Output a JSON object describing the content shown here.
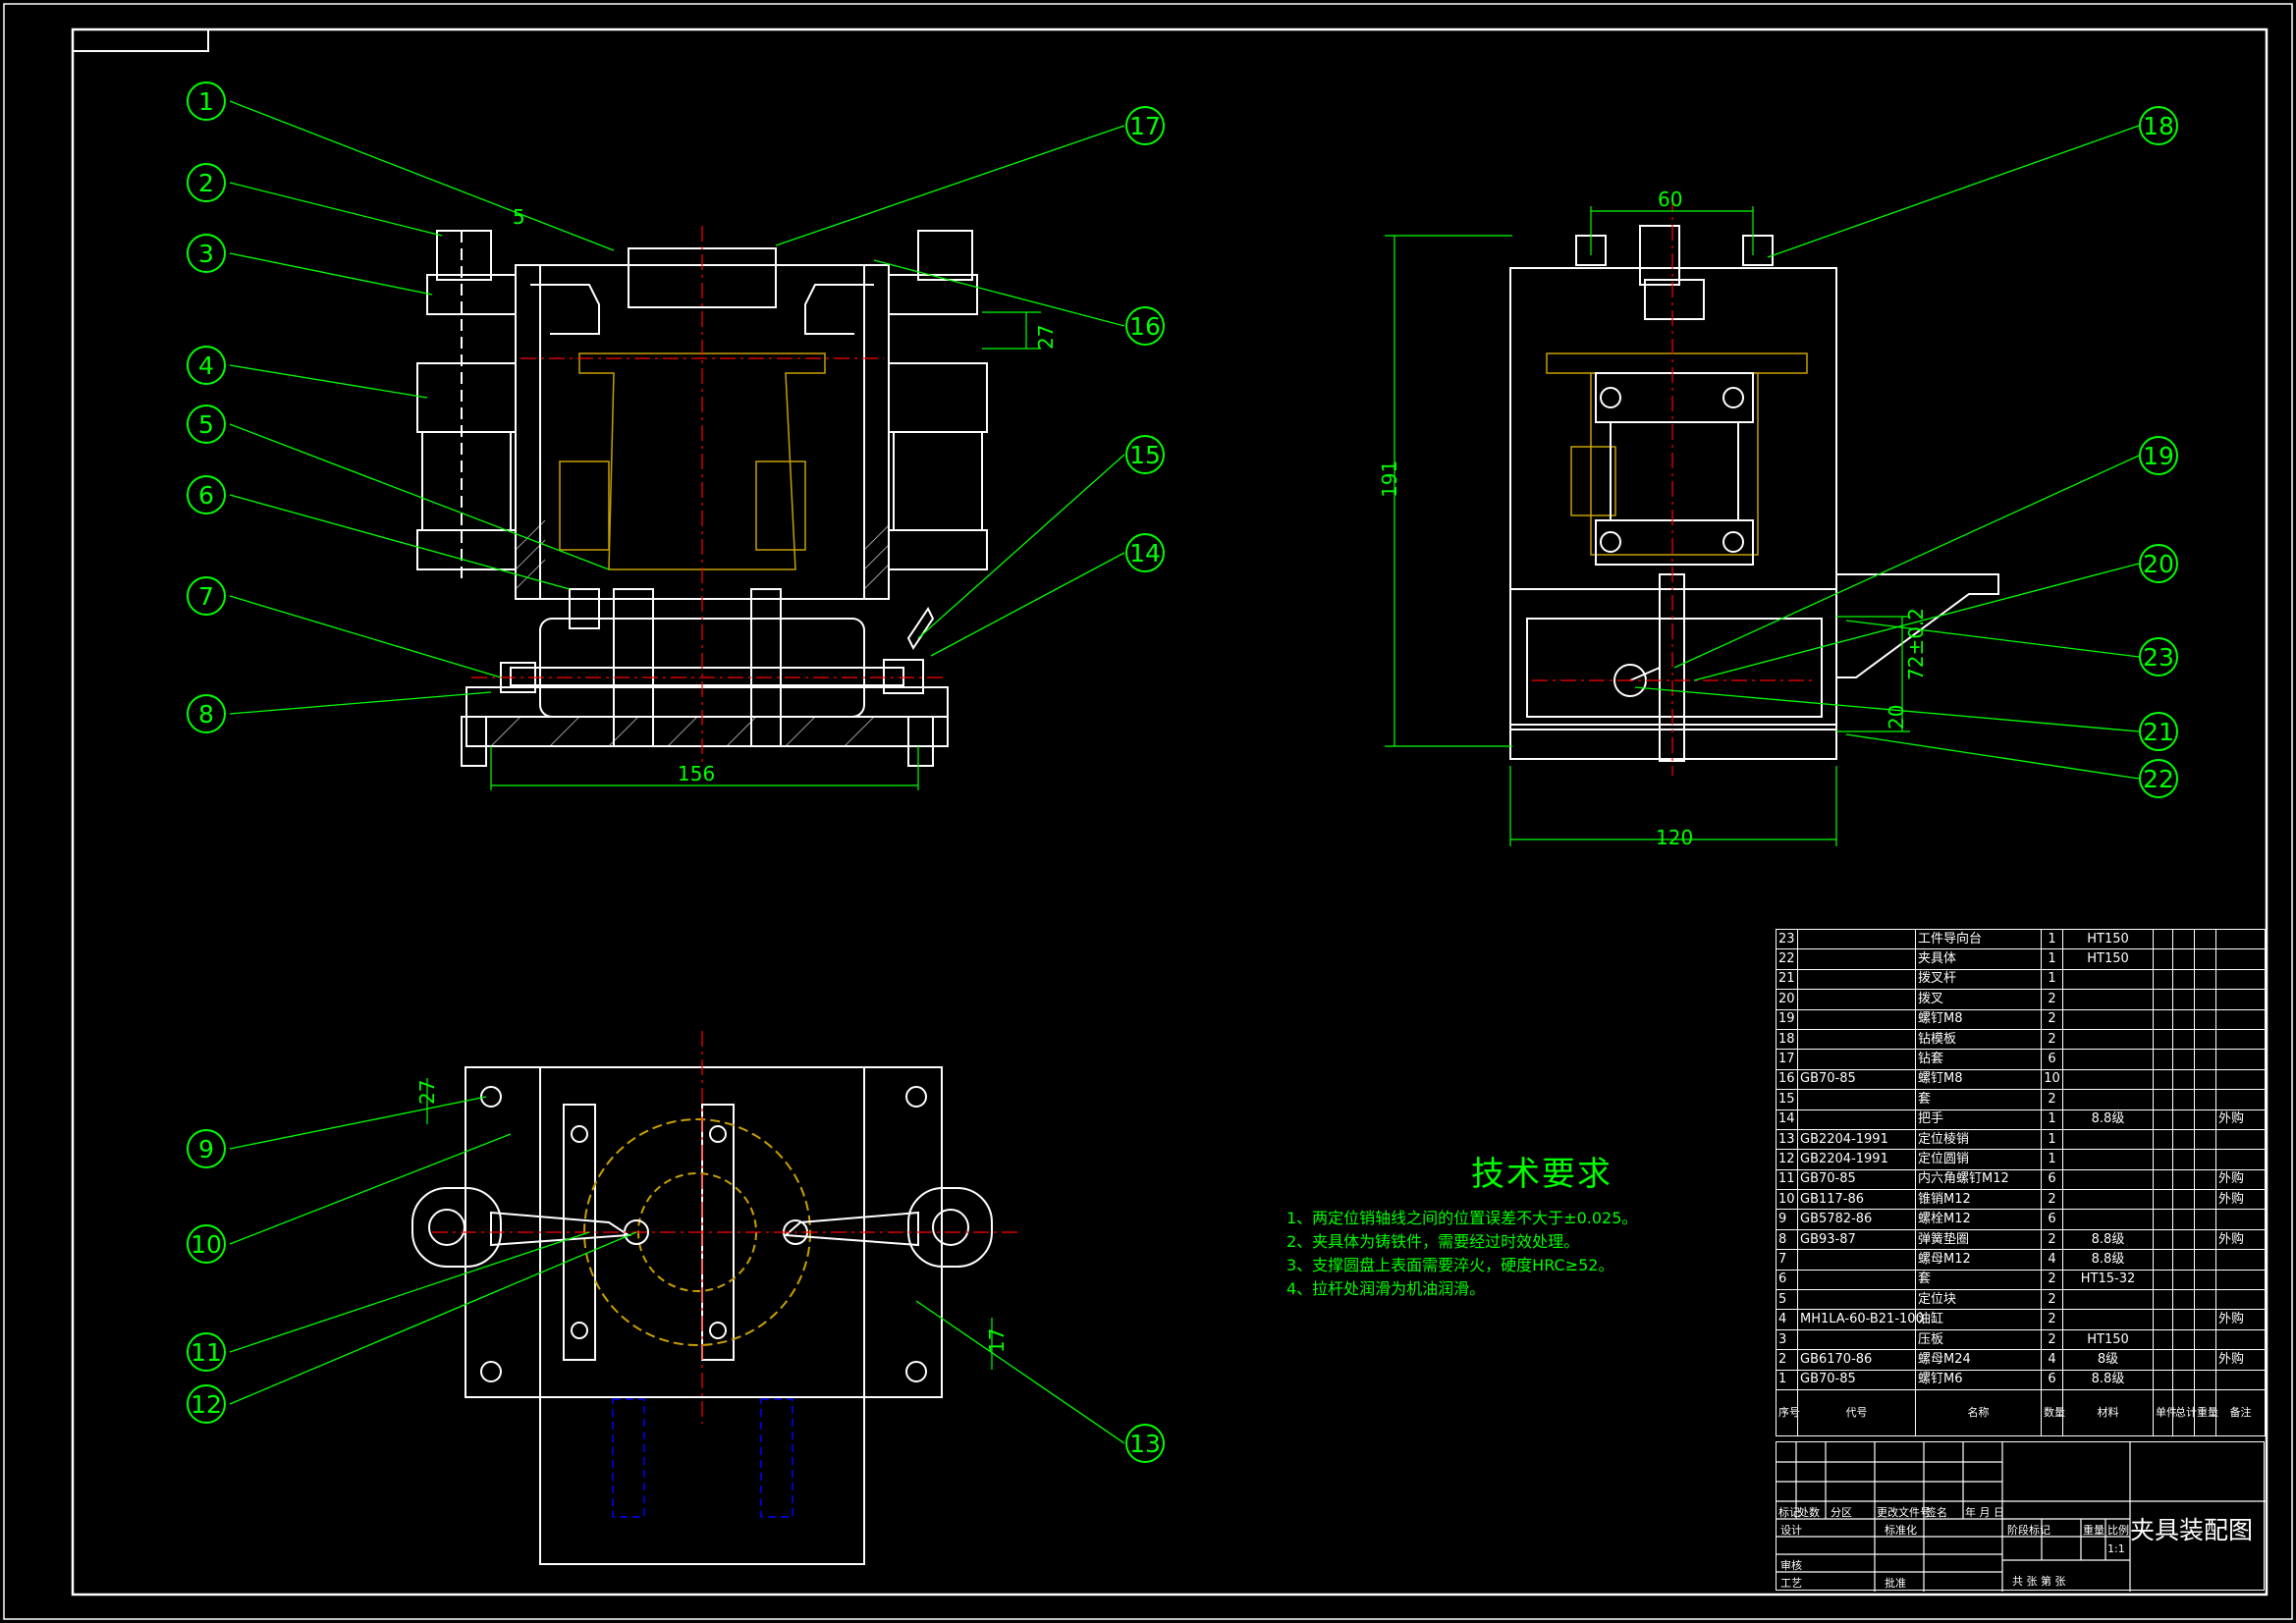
{
  "balloons": {
    "b1": "1",
    "b2": "2",
    "b3": "3",
    "b4": "4",
    "b5": "5",
    "b6": "6",
    "b7": "7",
    "b8": "8",
    "b9": "9",
    "b10": "10",
    "b11": "11",
    "b12": "12",
    "b13": "13",
    "b14": "14",
    "b15": "15",
    "b16": "16",
    "b17": "17",
    "b18": "18",
    "b19": "19",
    "b20": "20",
    "b21": "21",
    "b22": "22",
    "b23": "23"
  },
  "dimensions": {
    "d156": "156",
    "d27a": "27",
    "d5": "5",
    "d60": "60",
    "d191": "191",
    "d120": "120",
    "d72": "72±0.2",
    "d20": "20",
    "d27b": "27",
    "d17": "17"
  },
  "tech": {
    "title": "技术要求",
    "lines": [
      "1、两定位销轴线之间的位置误差不大于±0.025。",
      "2、夹具体为铸铁件，需要经过时效处理。",
      "3、支撑圆盘上表面需要淬火，硬度HRC≥52。",
      "4、拉杆处润滑为机油润滑。"
    ]
  },
  "bom": [
    {
      "no": "23",
      "code": "",
      "name": "工件导向台",
      "qty": "1",
      "mat": "HT150",
      "note": ""
    },
    {
      "no": "22",
      "code": "",
      "name": "夹具体",
      "qty": "1",
      "mat": "HT150",
      "note": ""
    },
    {
      "no": "21",
      "code": "",
      "name": "拨叉杆",
      "qty": "1",
      "mat": "",
      "note": ""
    },
    {
      "no": "20",
      "code": "",
      "name": "拨叉",
      "qty": "2",
      "mat": "",
      "note": ""
    },
    {
      "no": "19",
      "code": "",
      "name": "螺钉M8",
      "qty": "2",
      "mat": "",
      "note": ""
    },
    {
      "no": "18",
      "code": "",
      "name": "钻模板",
      "qty": "2",
      "mat": "",
      "note": ""
    },
    {
      "no": "17",
      "code": "",
      "name": "钻套",
      "qty": "6",
      "mat": "",
      "note": ""
    },
    {
      "no": "16",
      "code": "GB70-85",
      "name": "螺钉M8",
      "qty": "10",
      "mat": "",
      "note": ""
    },
    {
      "no": "15",
      "code": "",
      "name": "套",
      "qty": "2",
      "mat": "",
      "note": ""
    },
    {
      "no": "14",
      "code": "",
      "name": "把手",
      "qty": "1",
      "mat": "8.8级",
      "note": "外购"
    },
    {
      "no": "13",
      "code": "GB2204-1991",
      "name": "定位棱销",
      "qty": "1",
      "mat": "",
      "note": ""
    },
    {
      "no": "12",
      "code": "GB2204-1991",
      "name": "定位圆销",
      "qty": "1",
      "mat": "",
      "note": ""
    },
    {
      "no": "11",
      "code": "GB70-85",
      "name": "内六角螺钉M12",
      "qty": "6",
      "mat": "",
      "note": "外购"
    },
    {
      "no": "10",
      "code": "GB117-86",
      "name": "锥销M12",
      "qty": "2",
      "mat": "",
      "note": "外购"
    },
    {
      "no": "9",
      "code": "GB5782-86",
      "name": "螺栓M12",
      "qty": "6",
      "mat": "",
      "note": ""
    },
    {
      "no": "8",
      "code": "GB93-87",
      "name": "弹簧垫圈",
      "qty": "2",
      "mat": "8.8级",
      "note": "外购"
    },
    {
      "no": "7",
      "code": "",
      "name": "螺母M12",
      "qty": "4",
      "mat": "8.8级",
      "note": ""
    },
    {
      "no": "6",
      "code": "",
      "name": "套",
      "qty": "2",
      "mat": "HT15-32",
      "note": ""
    },
    {
      "no": "5",
      "code": "",
      "name": "定位块",
      "qty": "2",
      "mat": "",
      "note": ""
    },
    {
      "no": "4",
      "code": "MH1LA-60-B21-100",
      "name": "油缸",
      "qty": "2",
      "mat": "",
      "note": "外购"
    },
    {
      "no": "3",
      "code": "",
      "name": "压板",
      "qty": "2",
      "mat": "HT150",
      "note": ""
    },
    {
      "no": "2",
      "code": "GB6170-86",
      "name": "螺母M24",
      "qty": "4",
      "mat": "8级",
      "note": "外购"
    },
    {
      "no": "1",
      "code": "GB70-85",
      "name": "螺钉M6",
      "qty": "6",
      "mat": "8.8级",
      "note": ""
    }
  ],
  "bom_header": {
    "no": "序号",
    "code": "代号",
    "name": "名称",
    "qty": "数量",
    "mat": "材料",
    "single": "单件",
    "total": "总计",
    "weight": "重量",
    "note": "备注"
  },
  "title_block": {
    "mark": "标记",
    "zones": "处数",
    "area": "分区",
    "docno": "更改文件号",
    "sign": "签名",
    "date": "年 月 日",
    "design": "设计",
    "std": "标准化",
    "review": "审核",
    "craft": "工艺",
    "approve": "批准",
    "stage": "阶段标记",
    "weight": "重量",
    "scale": "比例",
    "scale_val": "1:1",
    "sheets": "共   张   第   张",
    "title": "夹具装配图"
  },
  "colors": {
    "line": "#ffffff",
    "accent": "#00ff00",
    "center": "#ff0000",
    "hidden": "#0000ff",
    "part": "#c8a000"
  }
}
